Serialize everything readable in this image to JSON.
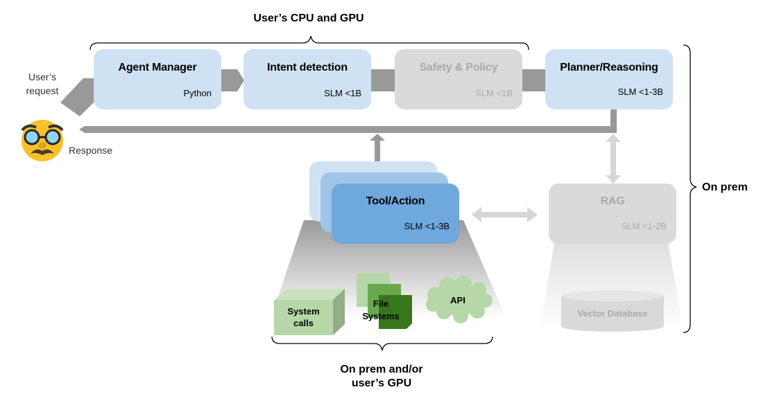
{
  "diagram": {
    "groups": {
      "top": "User’s CPU and GPU",
      "right": "On prem",
      "bottom_line1": "On prem and/or",
      "bottom_line2": "user’s GPU"
    },
    "user": {
      "request_line1": "User’s",
      "request_line2": "request",
      "response": "Response",
      "avatar_icon": "disguised-face-emoji"
    },
    "pipeline": [
      {
        "title": "Agent Manager",
        "sub": "Python",
        "state": "active"
      },
      {
        "title": "Intent detection",
        "sub": "SLM <1B",
        "state": "active"
      },
      {
        "title": "Safety & Policy",
        "sub": "SLM <1B",
        "state": "disabled"
      },
      {
        "title": "Planner/Reasoning",
        "sub": "SLM <1-3B",
        "state": "active"
      }
    ],
    "tool": {
      "title": "Tool/Action",
      "sub": "SLM <1-3B"
    },
    "rag": {
      "title": "RAG",
      "sub": "SLM <1-2B",
      "state": "disabled"
    },
    "resources": {
      "system_calls_line1": "System",
      "system_calls_line2": "calls",
      "file_systems_line1": "File",
      "file_systems_line2": "Systems",
      "api": "API"
    },
    "vector_db": "Vector Database",
    "colors": {
      "box_blue": "#cfe2f3",
      "tool_blue": "#6fa8dc",
      "disabled_grey": "#dadada",
      "arrow_grey": "#999999",
      "green_light": "#b6d7a8",
      "green_mid": "#6aa84f",
      "green_dark": "#38761d"
    }
  }
}
